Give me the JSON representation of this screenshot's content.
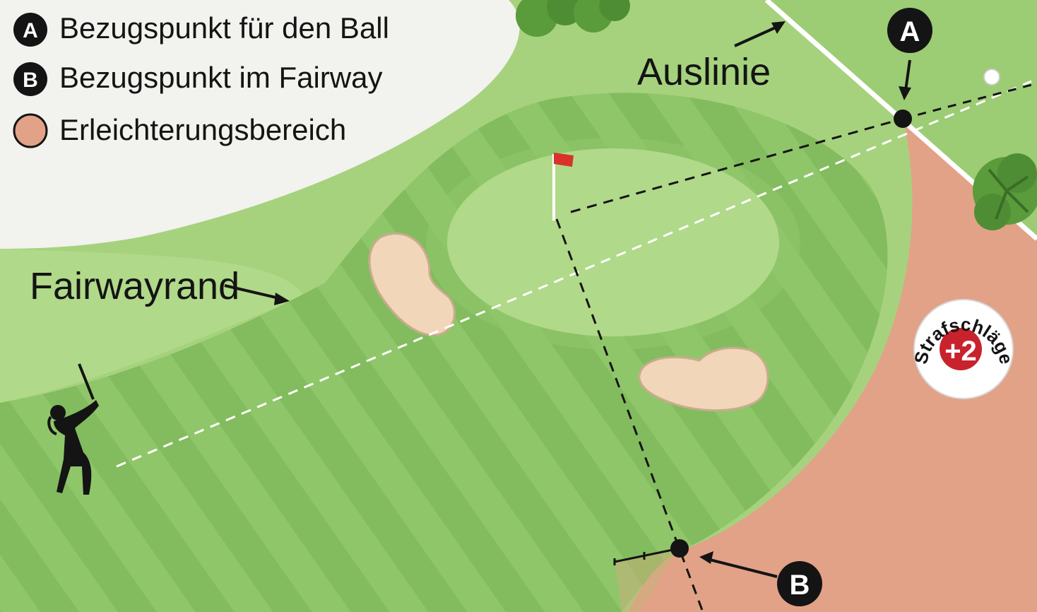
{
  "legend": [
    {
      "marker": "A",
      "text": "Bezugspunkt für den Ball"
    },
    {
      "marker": "B",
      "text": "Bezugspunkt im Fairway"
    },
    {
      "marker": "",
      "text": "Erleichterungsbereich"
    }
  ],
  "labels": {
    "out_of_bounds": "Auslinie",
    "fairway_edge": "Fairwayrand"
  },
  "markers": {
    "a": "A",
    "b": "B"
  },
  "badge": {
    "arc_text": "Strafschläge",
    "value": "+2"
  },
  "colors": {
    "rough": "#a6d27e",
    "fairway_light": "#8fc66a",
    "fairway_dark": "#7fb95a",
    "green": "#b0d989",
    "bunker": "#f2d6b9",
    "relief_area": "#e2a288",
    "white_area": "#f2f2ee",
    "flag": "#d9322b",
    "badge_red": "#c8232c"
  }
}
